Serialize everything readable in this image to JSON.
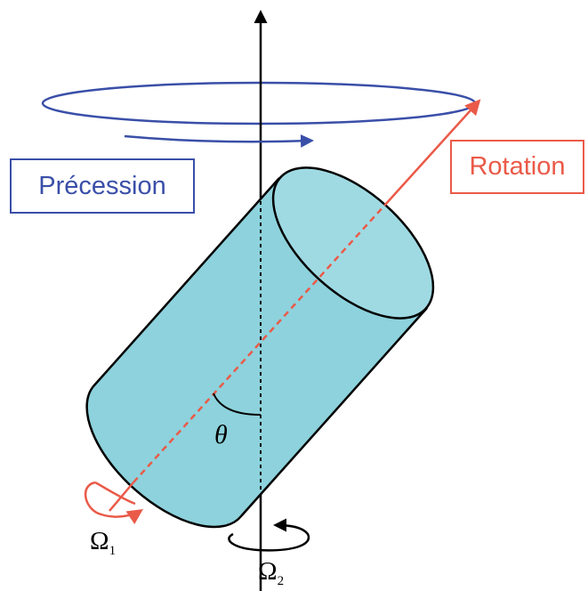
{
  "labels": {
    "precession": "Précession",
    "rotation": "Rotation",
    "theta": "θ",
    "omega_1": {
      "symbol": "Ω",
      "subscript": "1"
    },
    "omega_2": {
      "symbol": "Ω",
      "subscript": "2"
    }
  },
  "colors": {
    "cylinder_fill": "#8dd2dc",
    "cylinder_end_cap": "#9fdae3",
    "precession_blue": "#3a4fa8",
    "rotation_red": "#ea5a48",
    "outline": "#000000",
    "background": "#ffffff"
  }
}
